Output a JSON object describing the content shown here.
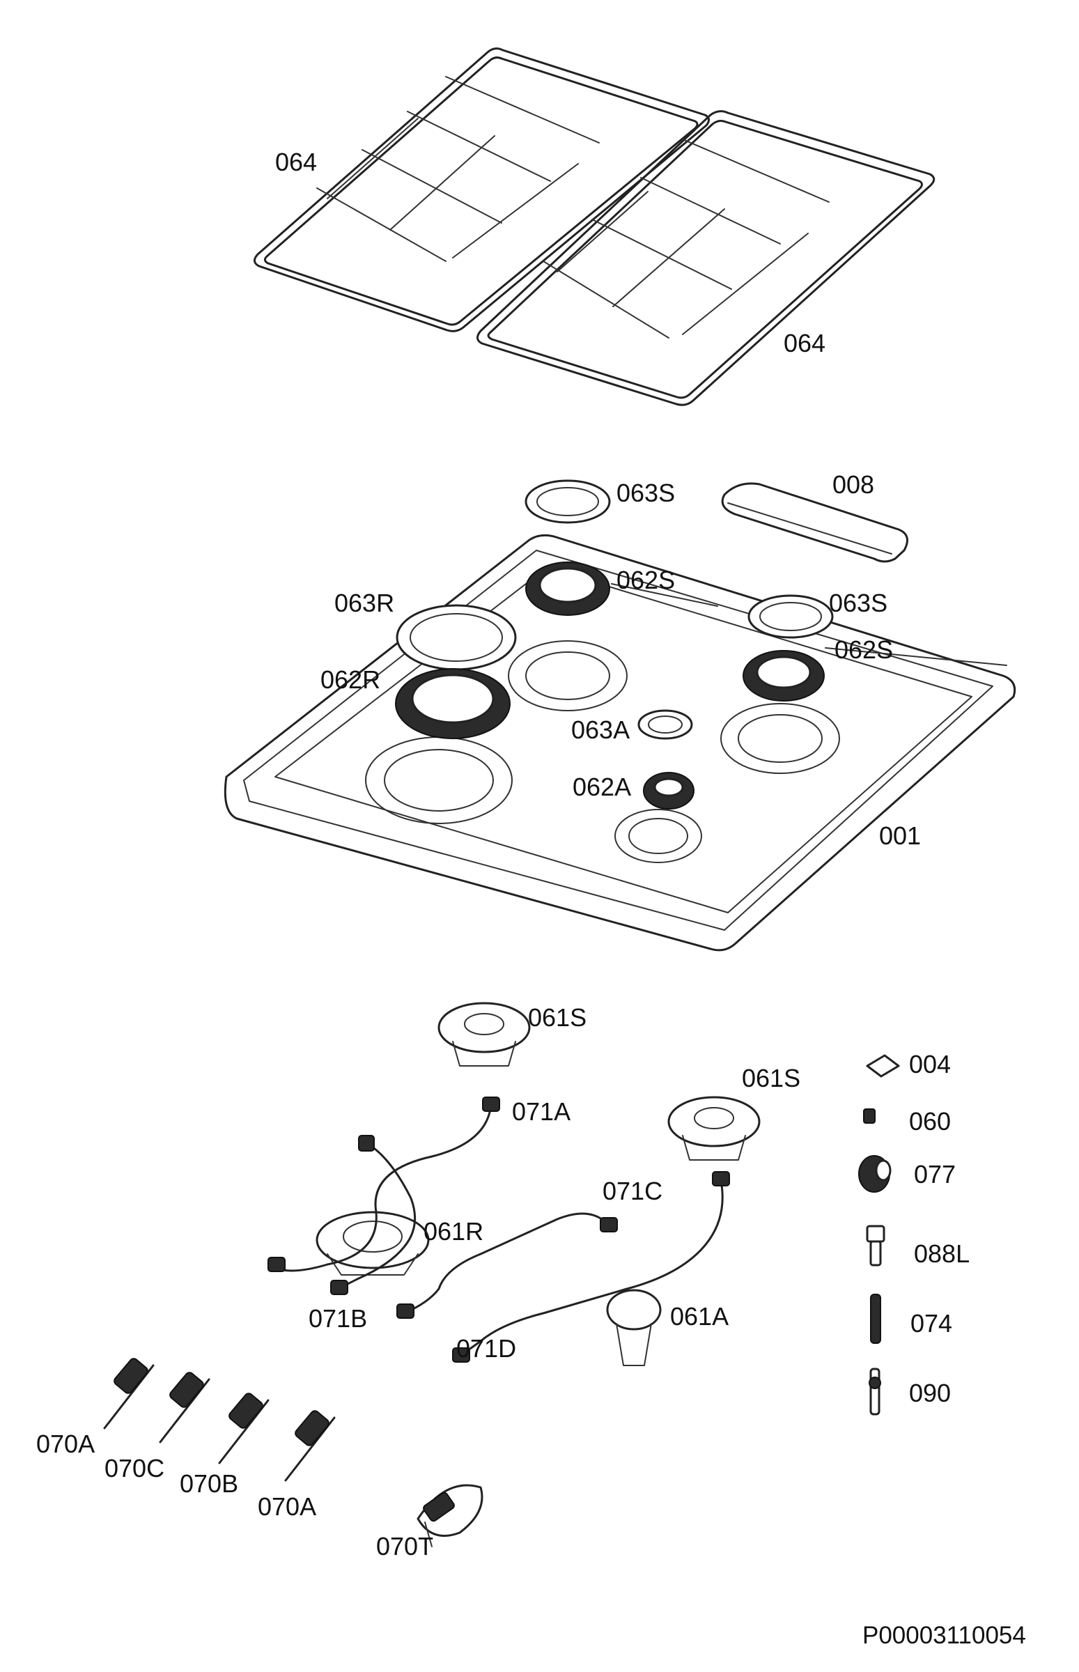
{
  "labels": {
    "l_064a": "064",
    "l_064b": "064",
    "l_063s_top": "063S",
    "l_008": "008",
    "l_062s_top": "062S",
    "l_063r": "063R",
    "l_063s_right": "063S",
    "l_062s_right": "062S",
    "l_062r": "062R",
    "l_063a": "063A",
    "l_062a": "062A",
    "l_001": "001",
    "l_061s_top": "061S",
    "l_004": "004",
    "l_061s_right": "061S",
    "l_071a": "071A",
    "l_060": "060",
    "l_077": "077",
    "l_071c": "071C",
    "l_061r": "061R",
    "l_088l": "088L",
    "l_061a": "061A",
    "l_071b": "071B",
    "l_074": "074",
    "l_071d": "071D",
    "l_090": "090",
    "l_070a_left": "070A",
    "l_070c": "070C",
    "l_070b": "070B",
    "l_070a_right": "070A",
    "l_070t": "070T"
  },
  "drawing_number": "P00003110054"
}
